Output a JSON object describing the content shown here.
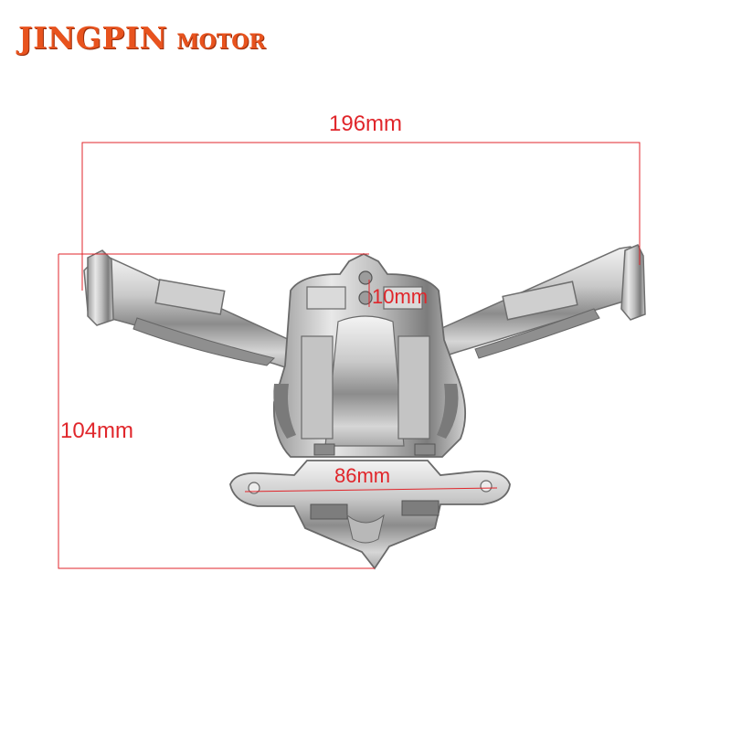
{
  "brand": {
    "name": "JINGPIN",
    "suffix": "MOTOR",
    "color": "#e8531e"
  },
  "dimensions": {
    "color": "#e0262b",
    "width": "196mm",
    "height": "104mm",
    "hole": "10mm",
    "base": "86mm"
  },
  "product": {
    "icon": "chrome-mount-bracket-icon"
  }
}
